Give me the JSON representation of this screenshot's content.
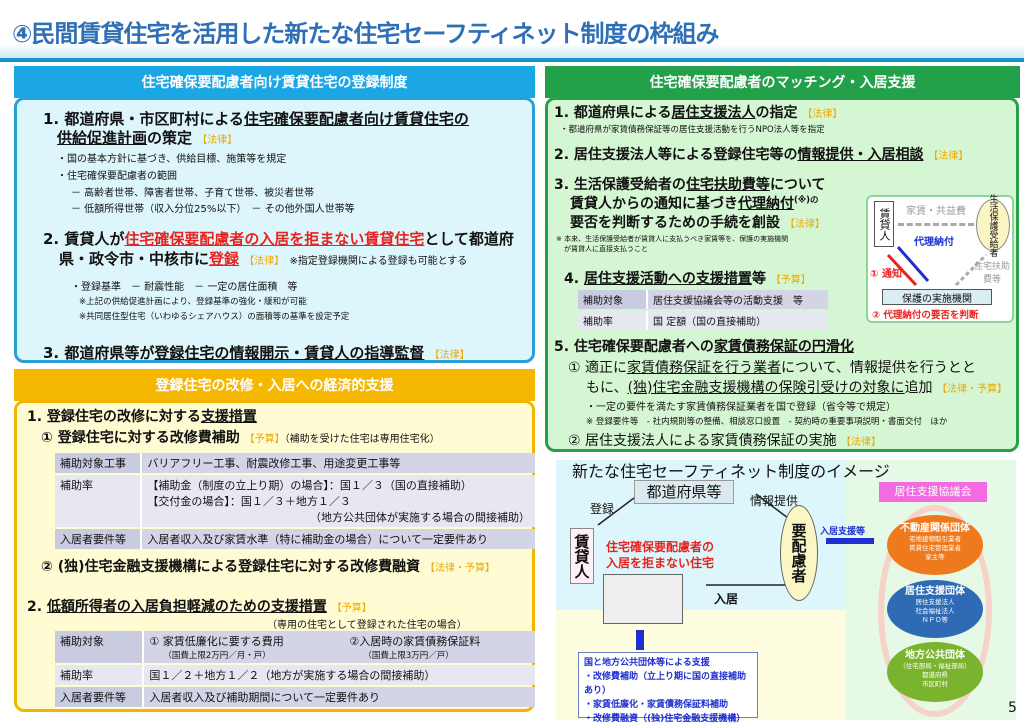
{
  "title": "④民間賃貸住宅を活用した新たな住宅セーフティネット制度の枠組み",
  "page_number": "5",
  "registration": {
    "header": "住宅確保要配慮者向け賃貸住宅の登録制度",
    "i1_pre": "1. 都道府県・市区町村による",
    "i1_u": "住宅確保要配慮者向け賃貸住宅の",
    "i1_u2": "供給促進計画",
    "i1_post": "の策定",
    "i1_tag": "【法律】",
    "i1_b1": "・国の基本方針に基づき、供給目標、施策等を規定",
    "i1_b2": "・住宅確保要配慮者の範囲",
    "i1_b3": "－ 高齢者世帯、障害者世帯、子育て世帯、被災者世帯",
    "i1_b4": "－ 低額所得世帯（収入分位25%以下）　－ その他外国人世帯等",
    "i2_pre": "2. 賃貸人が",
    "i2_red": "住宅確保要配慮者の入居を拒まない賃貸住宅",
    "i2_post": "として都道府",
    "i2_l2": "県・政令市・中核市に",
    "i2_red2": "登録",
    "i2_tag": "【法律】",
    "i2_note": "※指定登録機関による登録も可能とする",
    "i2_b1": "・登録基準　－ 耐震性能　－ 一定の居住面積　等",
    "i2_b2": "※上記の供給促進計画により、登録基準の強化・緩和が可能",
    "i2_b3": "※共同居住型住宅（いわゆるシェアハウス）の面積等の基準を設定予定",
    "i3_pre": "3. 都道府県等が",
    "i3_u": "登録住宅の情報開示・賃貸人の指導監督",
    "i3_tag": "【法律】"
  },
  "economic": {
    "header": "登録住宅の改修・入居への経済的支援",
    "i1_pre": "1. 登録住宅の改修に対する",
    "i1_u": "支援措置",
    "i1a": "① 登録住宅に対する改修費補助",
    "i1a_tag": "【予算】",
    "i1a_note": "（補助を受けた住宅は専用住宅化）",
    "table1": [
      {
        "k": "補助対象工事",
        "v": [
          "バリアフリー工事、耐震改修工事、用途変更工事等"
        ]
      },
      {
        "k": "補助率",
        "v": [
          "【補助金（制度の立上り期）の場合】：国１／３（国の直接補助）",
          "【交付金の場合】：国１／３＋地方１／３",
          "（地方公共団体が実施する場合の間接補助）"
        ]
      },
      {
        "k": "入居者要件等",
        "v": [
          "入居者収入及び家賃水準（特に補助金の場合）について一定要件あり"
        ]
      }
    ],
    "i1b": "② (独)住宅金融支援機構による登録住宅に対する改修費融資",
    "i1b_tag": "【法律・予算】",
    "i2_pre": "2. ",
    "i2_u": "低額所得者の入居負担軽減のための支援措置",
    "i2_tag": "【予算】",
    "i2_note": "（専用の住宅として登録された住宅の場合）",
    "table2": {
      "r1k": "補助対象",
      "r1a": "① 家賃低廉化に要する費用",
      "r1a_sub": "（国費上限2万円／月・戸）",
      "r1b": "②入居時の家賃債務保証料",
      "r1b_sub": "（国費上限3万円／戸）",
      "r2k": "補助率",
      "r2v": "国１／２＋地方１／２（地方が実施する場合の間接補助）",
      "r3k": "入居者要件等",
      "r3v": "入居者収入及び補助期間について一定要件あり"
    }
  },
  "matching": {
    "header": "住宅確保要配慮者のマッチング・入居支援",
    "i1_pre": "1. 都道府県による",
    "i1_u": "居住支援法人",
    "i1_post": "の指定",
    "i1_tag": "【法律】",
    "i1_b": "・都道府県が家賃債務保証等の居住支援活動を行うNPO法人等を指定",
    "i2_pre": "2. 居住支援法人等による登録住宅等の",
    "i2_u": "情報提供・入居相談",
    "i2_tag": "【法律】",
    "i3_pre": "3. 生活保護受給者の",
    "i3_u": "住宅扶助費等",
    "i3_post": "について",
    "i3_l2a": "賃貸人からの通知に基づき",
    "i3_l2u": "代理納付",
    "i3_l2b": "(※)の",
    "i3_l3": "要否を判断するための手続を創設",
    "i3_tag": "【法律】",
    "i3_note1": "※ 本来、生活保護受給者が賃貸人に支払うべき家賃等を、保護の実施機関",
    "i3_note2": "が賃貸人に直接支払うこと",
    "diagram": {
      "landlord": "賃貸人",
      "rent": "家賃・共益費",
      "recipient": "生活保護受給者",
      "proxy": "代理納付",
      "notice": "① 通知",
      "housing_aid": "住宅扶助費等",
      "agency": "保護の実施機関",
      "judge": "② 代理納付の要否を判断"
    },
    "i4_pre": "4. ",
    "i4_u": "居住支援活動への支援措置",
    "i4_post": "等",
    "i4_tag": "【予算】",
    "table": [
      {
        "k": "補助対象",
        "v": "居住支援協議会等の活動支援　等"
      },
      {
        "k": "補助率",
        "v": "国 定額（国の直接補助）"
      }
    ],
    "i5_pre": "5. 住宅確保要配慮者への",
    "i5_u": "家賃債務保証の円滑化",
    "i5a_pre": "① 適正に",
    "i5a_u": "家賃債務保証を行う業者",
    "i5a_post": "について、情報提供を行うとと",
    "i5a_l2a": "もに、",
    "i5a_l2u": "(独)住宅金融支援機構の保険引受けの対象に",
    "i5a_l2b": "追加",
    "i5a_tag": "【法律・予算】",
    "i5a_b1": "・一定の要件を満たす家賃債務保証業者を国で登録（省令等で規定）",
    "i5a_b2": "※ 登録要件等　- 社内規則等の整備、相談窓口設置　- 契約時の重要事項説明・書面交付　ほか",
    "i5b": "② 居住支援法人による家賃債務保証の実施",
    "i5b_tag": "【法律】"
  },
  "image": {
    "title": "新たな住宅セーフティネット制度のイメージ",
    "prefecture": "都道府県等",
    "register": "登録",
    "info": "情報提供",
    "landlord": "賃貸人",
    "housing_l1": "住宅確保要配慮者の",
    "housing_l2": "入居を拒まない住宅",
    "needy": "要配慮者",
    "move_in": "入居",
    "support": "入居支援等",
    "council": "居住支援協議会",
    "org1": {
      "name": "不動産関係団体",
      "lines": [
        "宅地建物取引業者",
        "賃貸住宅管理業者",
        "家主等"
      ]
    },
    "org2": {
      "name": "居住支援団体",
      "lines": [
        "居住支援法人",
        "社会福祉法人",
        "ＮＰＯ等"
      ]
    },
    "org3": {
      "name": "地方公共団体",
      "lines": [
        "（住宅部局・福祉部局）",
        "都道府県",
        "市区町村"
      ]
    },
    "aid_title": "国と地方公共団体等による支援",
    "aid": [
      "・改修費補助（立上り期に国の直接補助あり）",
      "・家賃低廉化・家賃債務保証料補助",
      "・改修費融資（(独)住宅金融支援機構）"
    ]
  },
  "colors": {
    "blue": "#1ba6e4",
    "orange": "#f5b700",
    "green": "#22a04a",
    "title": "#2f6fb5"
  }
}
